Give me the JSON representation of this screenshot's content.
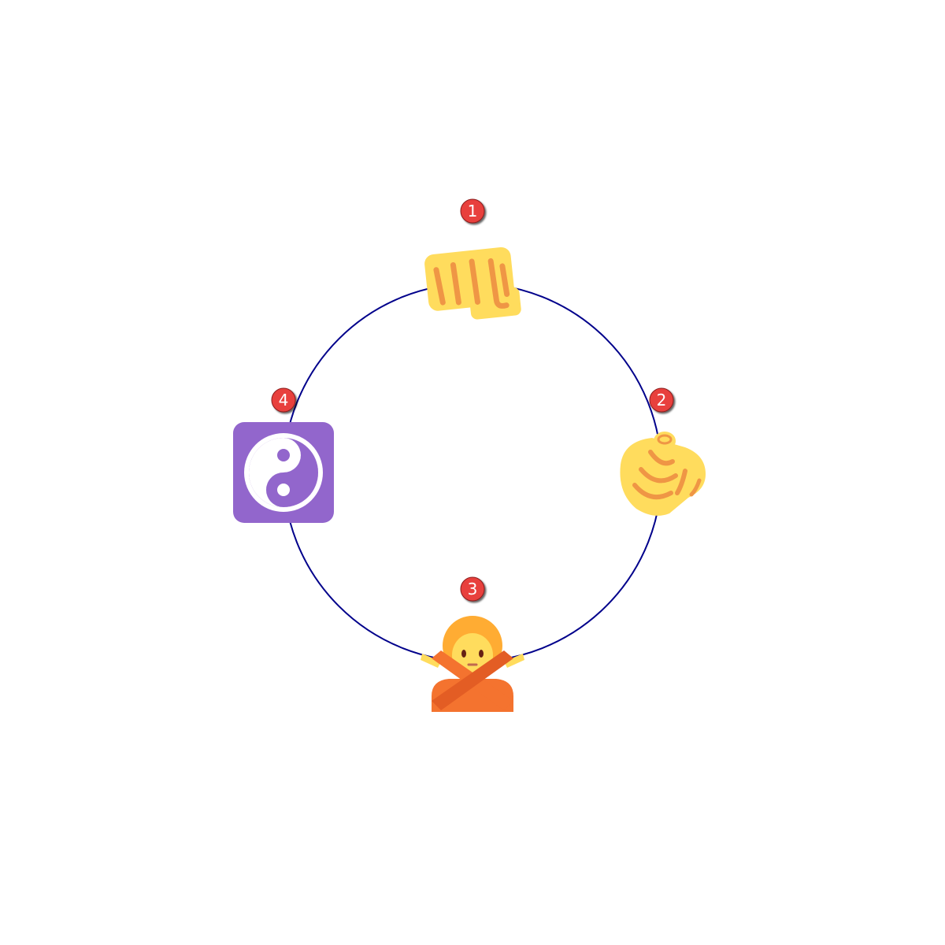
{
  "diagram": {
    "type": "cycle",
    "ring_color": "#00008b",
    "badge_color": "#e8403e",
    "nodes": [
      {
        "label": "1",
        "icon": "oncoming-fist-icon"
      },
      {
        "label": "2",
        "icon": "pointing-at-viewer-icon"
      },
      {
        "label": "3",
        "icon": "person-gesturing-no-icon"
      },
      {
        "label": "4",
        "icon": "yin-yang-icon"
      }
    ]
  }
}
